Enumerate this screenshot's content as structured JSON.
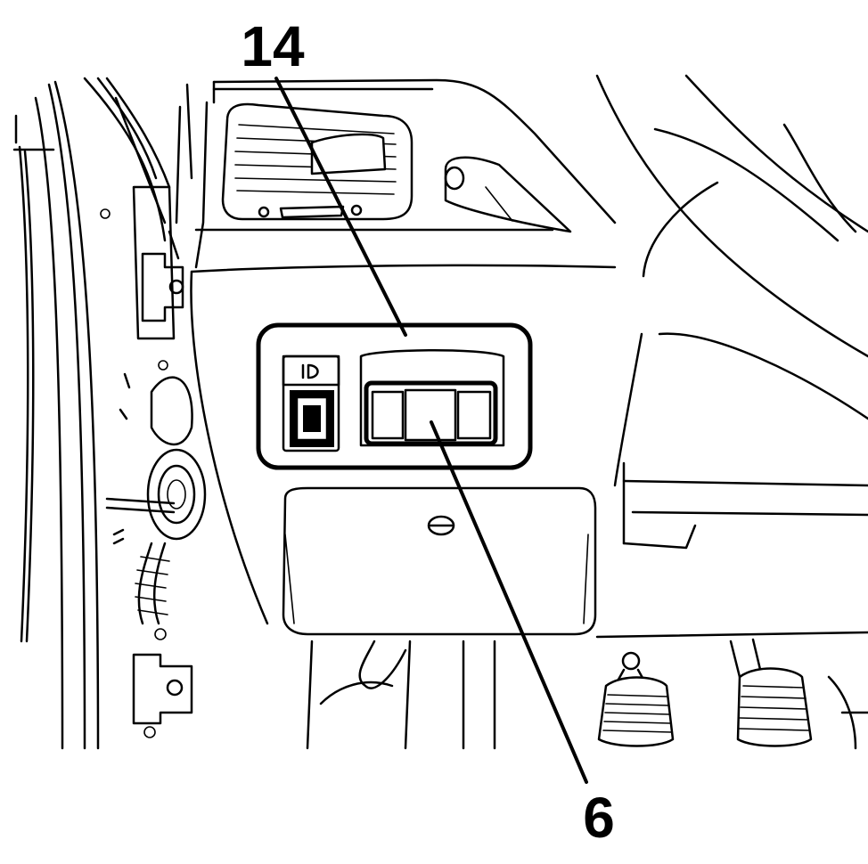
{
  "callouts": [
    {
      "id": "callout-14",
      "label": "14"
    },
    {
      "id": "callout-6",
      "label": "6"
    }
  ],
  "colors": {
    "ink": "#000000",
    "paper": "#ffffff"
  }
}
